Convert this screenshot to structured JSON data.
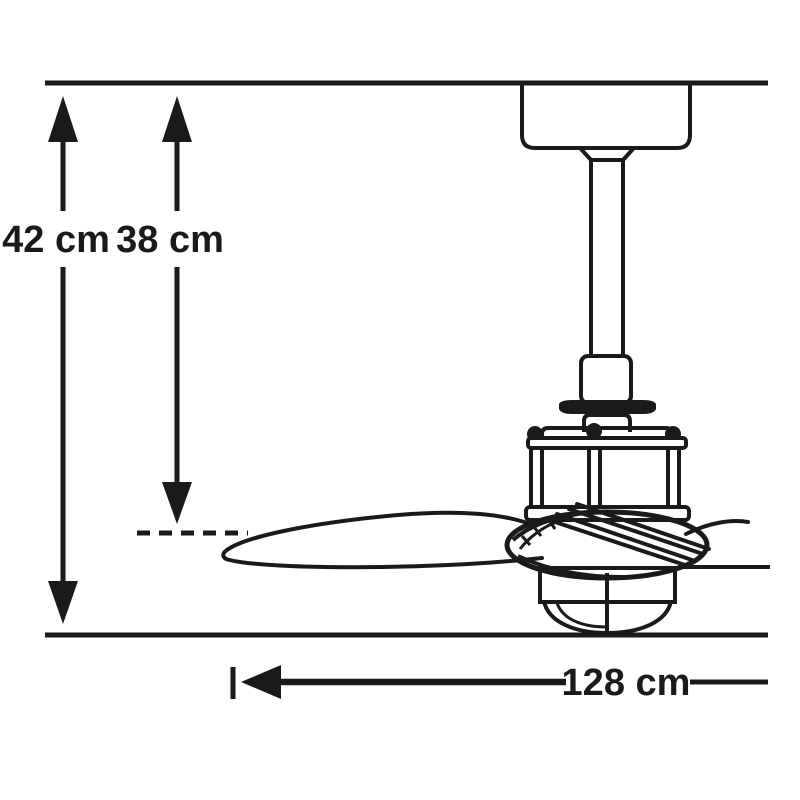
{
  "diagram": {
    "measurements": {
      "overall_height": "42 cm",
      "ceiling_to_blade": "38 cm",
      "blade_span": "128 cm"
    },
    "colors": {
      "line": "#1a1a1a",
      "background": "#ffffff"
    }
  }
}
